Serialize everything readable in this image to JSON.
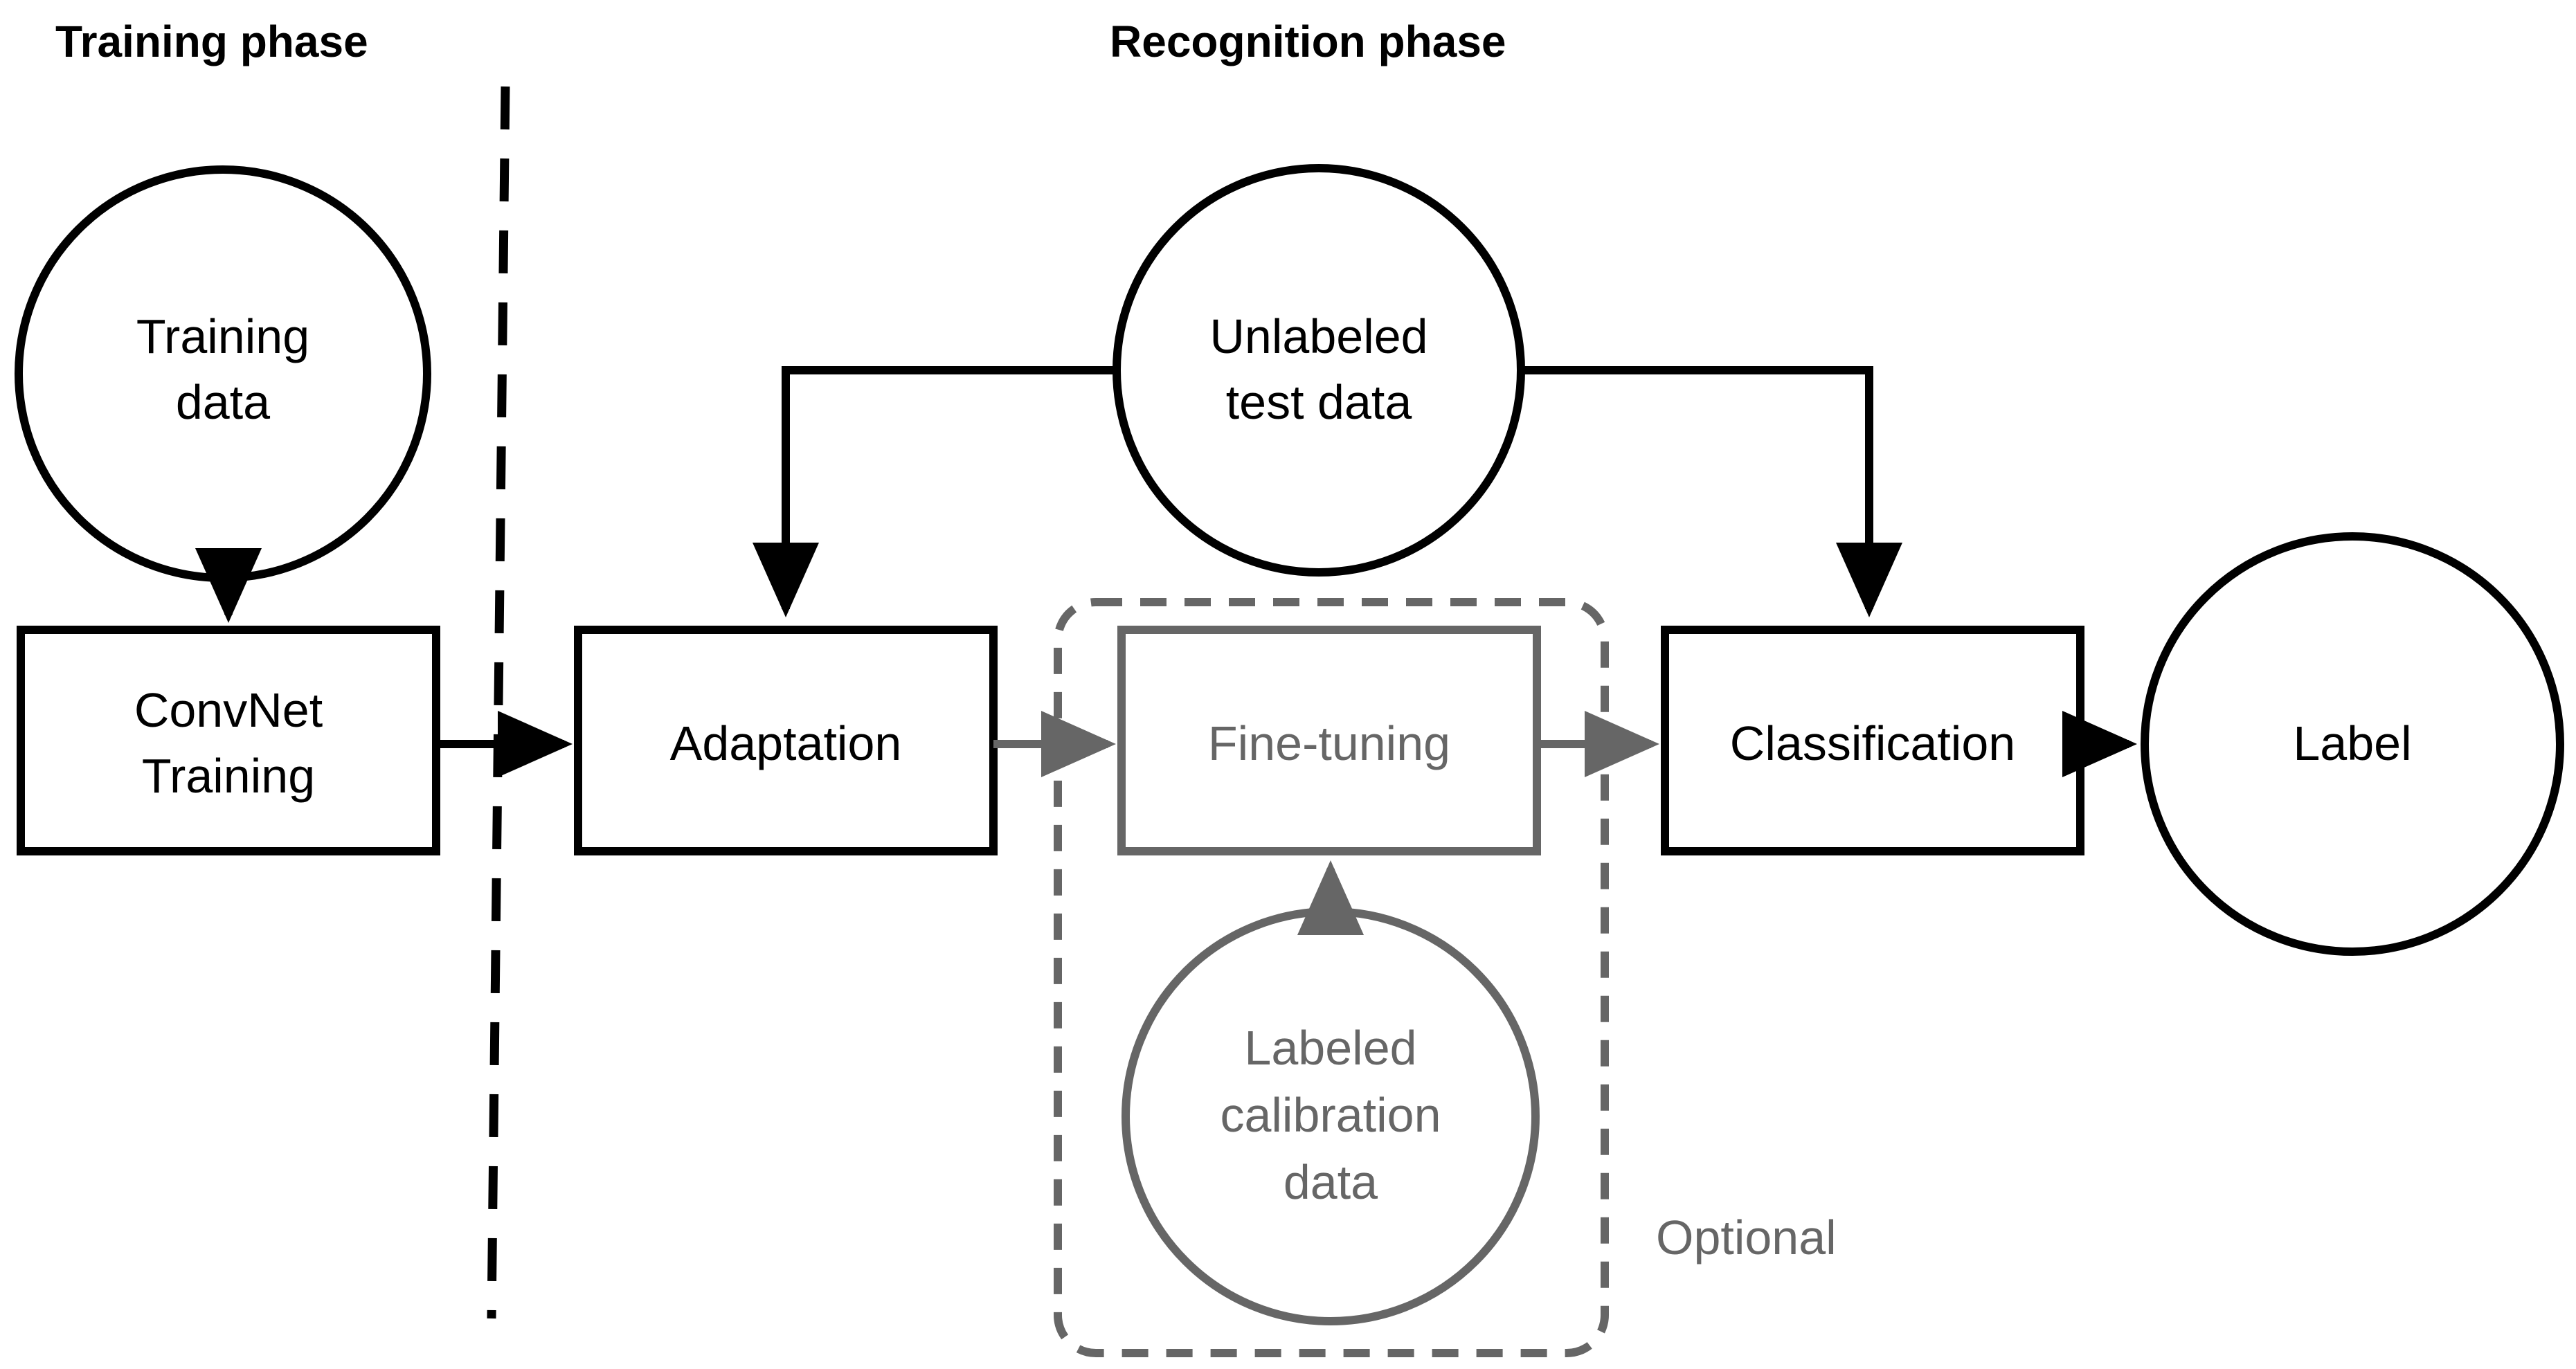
{
  "headers": {
    "training_phase": "Training phase",
    "recognition_phase": "Recognition phase"
  },
  "nodes": {
    "training_data": [
      "Training",
      "data"
    ],
    "convnet_training": [
      "ConvNet",
      "Training"
    ],
    "unlabeled_test_data": [
      "Unlabeled",
      "test data"
    ],
    "adaptation": "Adaptation",
    "fine_tuning": "Fine-tuning",
    "classification": "Classification",
    "label": "Label",
    "labeled_calibration_data": [
      "Labeled",
      "calibration",
      "data"
    ]
  },
  "optional_label": "Optional",
  "colors": {
    "primary": "#000000",
    "optional": "#666666",
    "background": "#ffffff"
  }
}
